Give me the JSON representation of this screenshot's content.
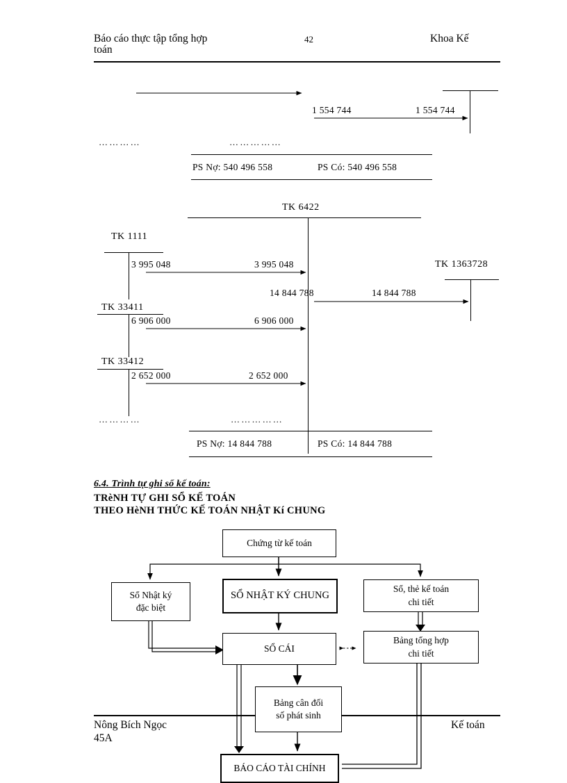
{
  "header": {
    "title": "Báo cáo thực tập tổng hợp toán",
    "title_line1": "Báo cáo thực tập tổng hợp",
    "title_line2": "toán",
    "page_number": "42",
    "right_label": "Khoa Kế"
  },
  "footer": {
    "name": "Nông Bích Ngọc",
    "class": "45A",
    "right_label": "Kế toán"
  },
  "t_accounts": {
    "top": {
      "amount_left": "1 554 744",
      "amount_right": "1 554 744",
      "dots_left": "…………",
      "dots_right": "……………",
      "ps_no": "PS Nợ: 540 496 558",
      "ps_co": "PS Có: 540 496 558"
    },
    "main": {
      "account_title": "TK 6422",
      "ps_no": "PS Nợ: 14 844 788",
      "ps_co": "PS Có: 14 844 788",
      "dots_left": "…………",
      "dots_right": "……………",
      "rows": [
        {
          "account": "TK 1111",
          "amount_left": "3 995 048",
          "amount_right": "3 995 048"
        },
        {
          "account": "TK 33411",
          "amount_left": "6 906 000",
          "amount_right": "6 906 000"
        },
        {
          "account": "TK 33412",
          "amount_left": "2 652 000",
          "amount_right": "2 652 000"
        }
      ],
      "credit_side": {
        "account": "TK 1363728",
        "amount_left": "14 844 788",
        "amount_right": "14 844 788"
      }
    }
  },
  "section": {
    "heading": "6.4. Trình tự ghi sổ kế toán:",
    "subtitle_line1": "TRèNH TỰ GHI SỔ KẾ TOÁN",
    "subtitle_line2": "THEO HèNH THỨC KẾ TOÁN NHẬT Kí CHUNG"
  },
  "flowchart": {
    "nodes": {
      "chung_tu": {
        "line1": "Chứng từ kế toán",
        "line2": ""
      },
      "nhat_ky_dac_biet": {
        "line1": "Sổ  Nhật ký",
        "line2": "đặc biệt"
      },
      "nhat_ky_chung": {
        "line1": "SỔ NHẬT KÝ  CHUNG",
        "line2": ""
      },
      "the_ke_toan": {
        "line1": "Sổ, thẻ kế toán",
        "line2": "chi tiết"
      },
      "so_cai": {
        "line1": "SỔ CÁI",
        "line2": ""
      },
      "bang_tong_hop": {
        "line1": "Bảng tổng hợp",
        "line2": "chi tiết"
      },
      "bang_can_doi": {
        "line1": "Bảng cân đối",
        "line2": "số phát sinh"
      },
      "bao_cao": {
        "line1": "BÁO CÁO TÀI CHÍNH",
        "line2": ""
      }
    }
  },
  "colors": {
    "ink": "#000000",
    "paper": "#ffffff"
  }
}
